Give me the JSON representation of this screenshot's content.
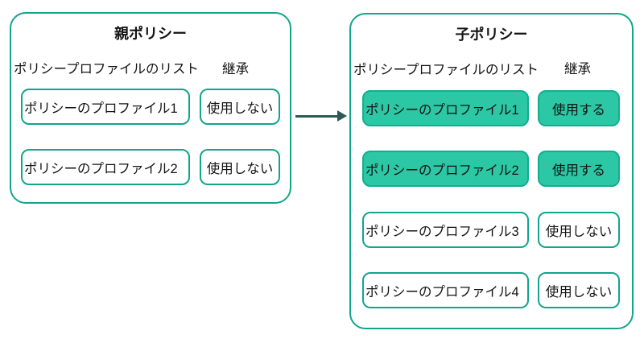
{
  "diagram": {
    "colors": {
      "accent": "#11a68c",
      "chip_fill": "#2cc7a5",
      "chip_fill_border": "#14ad8f",
      "arrow": "#2b5b52",
      "text": "#141414"
    },
    "arrow": {
      "direction": "right"
    },
    "parent": {
      "title": "親ポリシー",
      "list_label": "ポリシープロファイルのリスト",
      "inherit_label": "継承",
      "rows": [
        {
          "profile": "ポリシーのプロファイル1",
          "inherit": "使用しない",
          "active": false
        },
        {
          "profile": "ポリシーのプロファイル2",
          "inherit": "使用しない",
          "active": false
        }
      ]
    },
    "child": {
      "title": "子ポリシー",
      "list_label": "ポリシープロファイルのリスト",
      "inherit_label": "継承",
      "rows": [
        {
          "profile": "ポリシーのプロファイル1",
          "inherit": "使用する",
          "active": true
        },
        {
          "profile": "ポリシーのプロファイル2",
          "inherit": "使用する",
          "active": true
        },
        {
          "profile": "ポリシーのプロファイル3",
          "inherit": "使用しない",
          "active": false
        },
        {
          "profile": "ポリシーのプロファイル4",
          "inherit": "使用しない",
          "active": false
        }
      ]
    }
  }
}
